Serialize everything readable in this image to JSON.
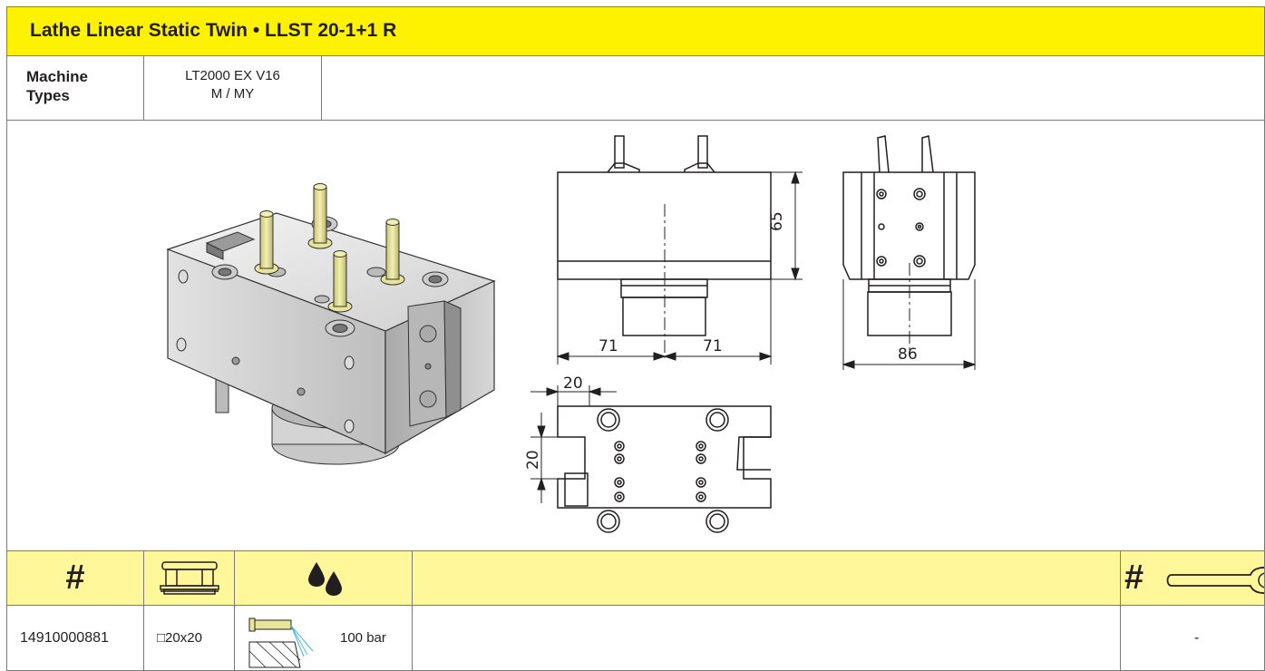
{
  "title": "Lathe Linear Static Twin • LLST 20-1+1 R",
  "machine_types": {
    "label_line1": "Machine",
    "label_line2": "Types",
    "value_line1": "LT2000 EX V16",
    "value_line2": "M / MY"
  },
  "drawing": {
    "dim_height": "65",
    "dim_left": "71",
    "dim_right": "71",
    "dim_width": "86",
    "dim_offset_x": "20",
    "dim_offset_y": "20"
  },
  "table": {
    "header_hash": "#",
    "header_wrench_hash": "#",
    "article_number": "14910000881",
    "shank_size": "□20x20",
    "coolant_pressure": "100 bar",
    "wrench_value": "-"
  },
  "colors": {
    "title_bg": "#fff200",
    "header_bg": "#fff799",
    "accent_tool": "#e8e59a"
  }
}
